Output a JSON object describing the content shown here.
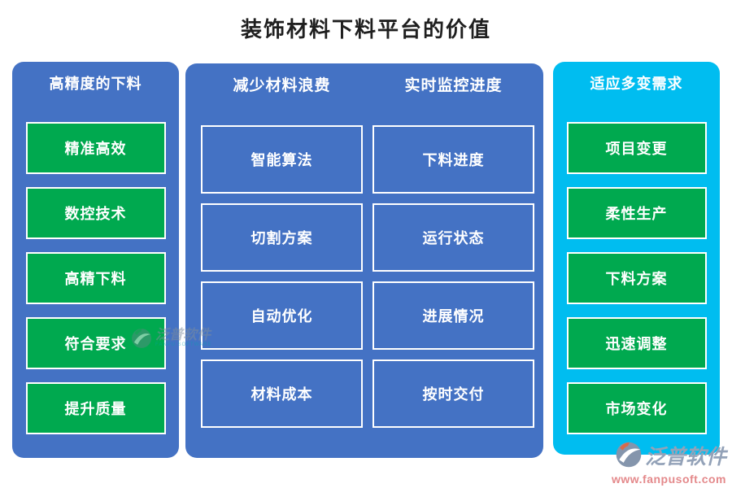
{
  "title": "装饰材料下料平台的价值",
  "left_panel": {
    "header": "高精度的下料",
    "items": [
      "精准高效",
      "数控技术",
      "高精下料",
      "符合要求",
      "提升质量"
    ]
  },
  "middle_panel": {
    "columns": [
      {
        "header": "减少材料浪费",
        "items": [
          "智能算法",
          "切割方案",
          "自动优化",
          "材料成本"
        ]
      },
      {
        "header": "实时监控进度",
        "items": [
          "下料进度",
          "运行状态",
          "进展情况",
          "按时交付"
        ]
      }
    ]
  },
  "right_panel": {
    "header": "适应多变需求",
    "items": [
      "项目变更",
      "柔性生产",
      "下料方案",
      "迅速调整",
      "市场变化"
    ]
  },
  "watermark": {
    "name": "泛普软件",
    "subtext": "FANPU SOFTWARE"
  },
  "branding": {
    "name": "泛普软件",
    "website": "www.fanpusoft.com"
  },
  "colors": {
    "panel_blue": "#4472C4",
    "panel_cyan": "#00BDF0",
    "item_green": "#00A94F",
    "title_black": "#1F1F1F",
    "logo_gray": "#93A2B8",
    "logo_accent_orange": "#D96A4A",
    "website_pink": "#E4898B"
  }
}
